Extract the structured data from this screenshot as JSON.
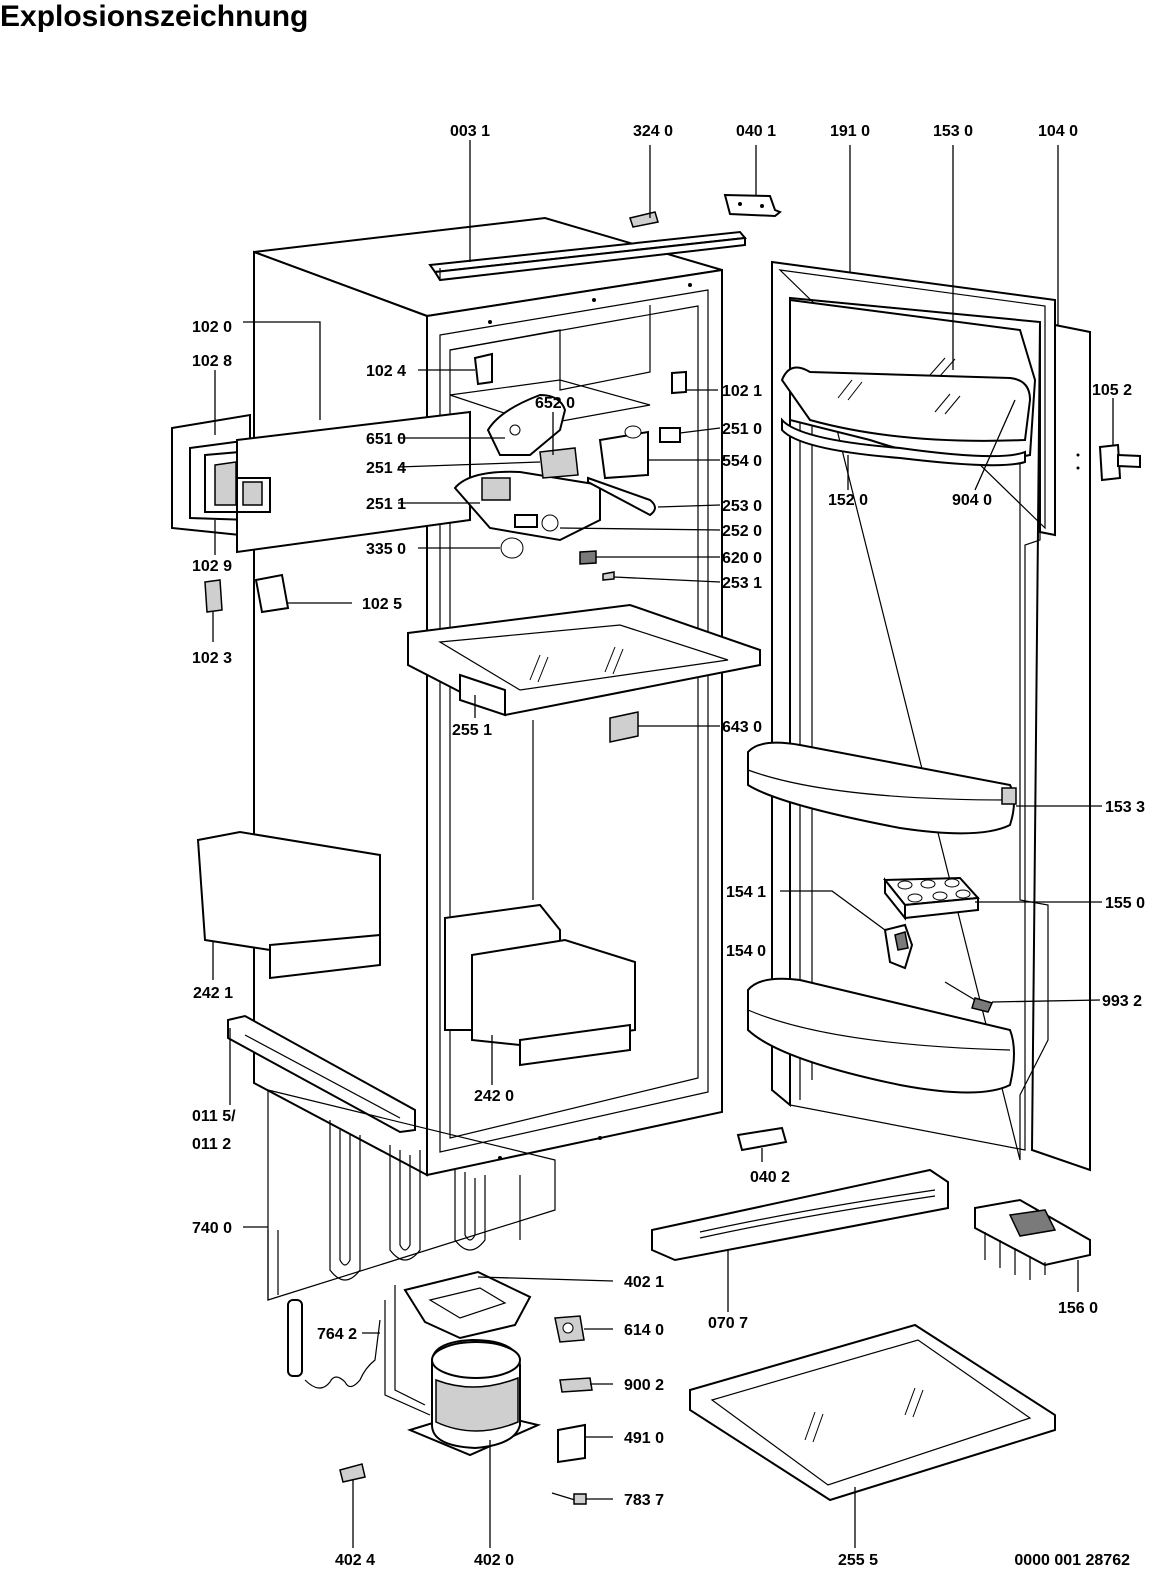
{
  "title": "Explosionszeichnung",
  "drawing_number": "0000 001 28762",
  "parts": {
    "p0031": "003 1",
    "p3240": "324 0",
    "p0401": "040 1",
    "p1910": "191 0",
    "p1530": "153 0",
    "p1040": "104 0",
    "p1020": "102 0",
    "p1028": "102 8",
    "p1024": "102 4",
    "p1021": "102 1",
    "p1052": "105 2",
    "p6520": "652 0",
    "p6510": "651 0",
    "p2514": "251 4",
    "p2511": "251 1",
    "p3350": "335 0",
    "p2510": "251 0",
    "p5540": "554 0",
    "p2530": "253 0",
    "p2520": "252 0",
    "p6200": "620 0",
    "p2531": "253 1",
    "p1520": "152 0",
    "p9040": "904 0",
    "p1029": "102 9",
    "p1025": "102 5",
    "p1023": "102 3",
    "p2551": "255 1",
    "p6430": "643 0",
    "p1533": "153 3",
    "p1541": "154 1",
    "p1550": "155 0",
    "p1540": "154 0",
    "p9932": "993 2",
    "p2421": "242 1",
    "p2420": "242 0",
    "p0115": "011 5/",
    "p0112": "011 2",
    "p0402": "040 2",
    "p7400": "740 0",
    "p4021": "402 1",
    "p6140": "614 0",
    "p7642": "764 2",
    "p9002": "900 2",
    "p4910": "491 0",
    "p7837": "783 7",
    "p4024": "402 4",
    "p4020": "402 0",
    "p2555": "255 5",
    "p0707": "070 7",
    "p1560": "156 0"
  }
}
